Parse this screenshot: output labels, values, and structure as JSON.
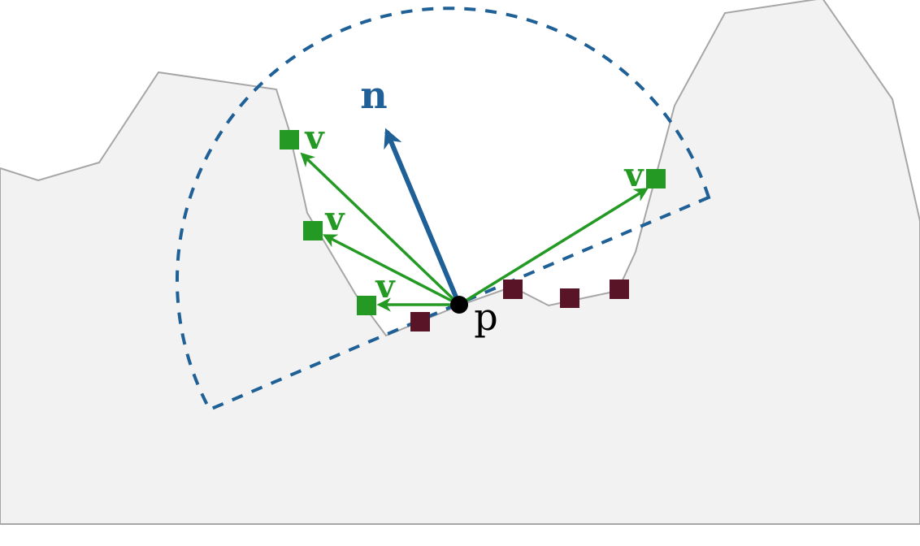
{
  "labels": {
    "normal": "n",
    "point": "p",
    "sample": "v"
  },
  "colors": {
    "normal": "#1f6096",
    "hemisphere": "#1f6096",
    "visible_sample": "#249a24",
    "occluded_sample": "#5a1428",
    "point": "#000000",
    "surface_fill": "#f2f2f2",
    "surface_stroke": "#a6a6a6"
  },
  "samples": {
    "visible_count": 4,
    "occluded_count": 4
  }
}
